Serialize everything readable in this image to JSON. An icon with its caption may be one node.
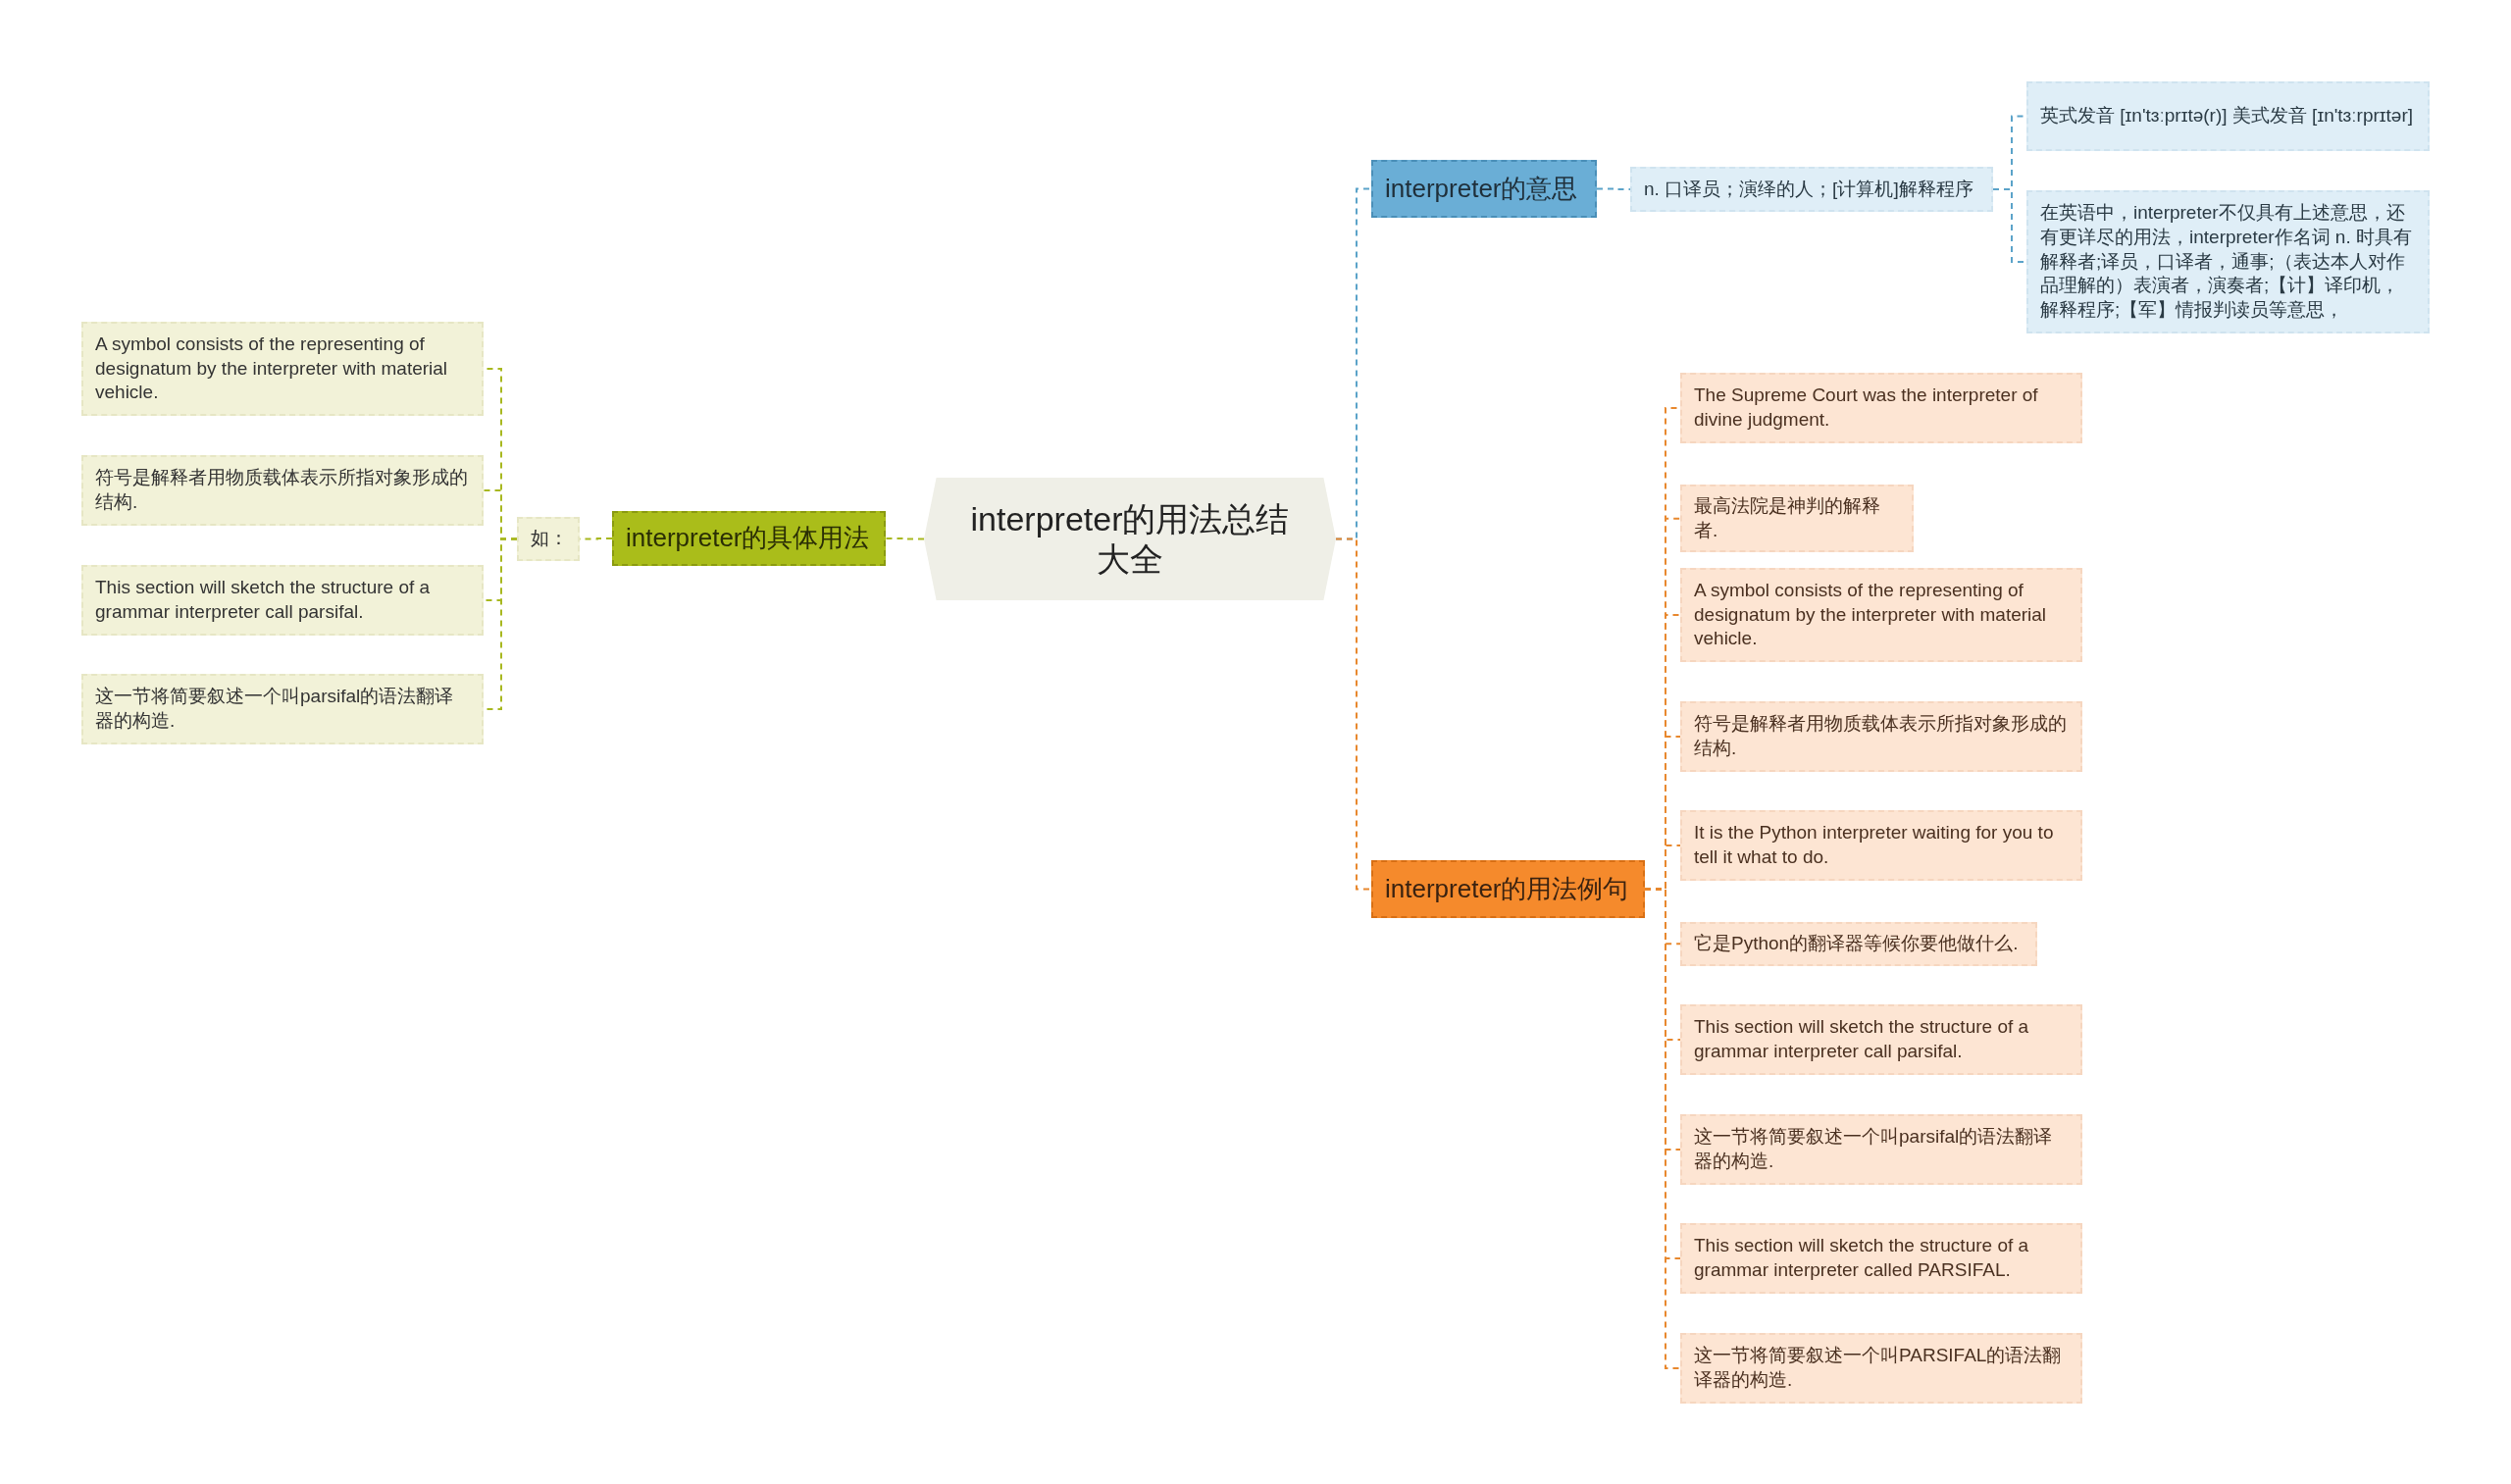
{
  "diagram": {
    "nodes": [
      {
        "text": [
          "interpreter的用法总结大全"
        ]
      },
      {
        "text": [
          "interpreter的意思"
        ]
      },
      {
        "text": [
          "n. 口译员；演绎的人；[计算机]解释程序"
        ]
      },
      {
        "text": [
          "英式发音 [ɪn'tɜːprɪtə(r)] 美式发音 [ɪn'tɜːrprɪtər]"
        ]
      },
      {
        "text": [
          "在英语中，interpreter不仅具有上述意思，还有更详尽的用法，interpreter作名词 n. 时具有解释者;译员，口译者，通事;（表达本人对作品理解的）表演者，演奏者;【计】译印机，解释程序;【军】情报判读员等意思，"
        ]
      },
      {
        "text": [
          "interpreter的用法例句"
        ]
      },
      {
        "text": [
          "The Supreme Court was the interpreter of divine judgment."
        ]
      },
      {
        "text": [
          "最高法院是神判的解释者."
        ]
      },
      {
        "text": [
          "A symbol consists of the representing of designatum by the interpreter with material vehicle."
        ]
      },
      {
        "text": [
          "符号是解释者用物质载体表示所指对象形成的结构."
        ]
      },
      {
        "text": [
          "It is the Python interpreter waiting for you to tell it what to do."
        ]
      },
      {
        "text": [
          "它是Python的翻译器等候你要他做什么."
        ]
      },
      {
        "text": [
          "This section will sketch the structure of a grammar interpreter call parsifal."
        ]
      },
      {
        "text": [
          "这一节将简要叙述一个叫parsifal的语法翻译器的构造."
        ]
      },
      {
        "text": [
          "This section will sketch the structure of a grammar interpreter called PARSIFAL."
        ]
      },
      {
        "text": [
          "这一节将简要叙述一个叫PARSIFAL的语法翻译器的构造."
        ]
      },
      {
        "text": [
          "interpreter的具体用法"
        ]
      },
      {
        "text": [
          "如："
        ]
      },
      {
        "text": [
          "A symbol consists of the representing of designatum by the interpreter with material vehicle."
        ]
      },
      {
        "text": [
          "符号是解释者用物质载体表示所指对象形成的结构."
        ]
      },
      {
        "text": [
          "This section will sketch the structure of a grammar interpreter call parsifal."
        ]
      },
      {
        "text": [
          "这一节将简要叙述一个叫parsifal的语法翻译器的构造."
        ]
      }
    ],
    "edges": [
      {
        "from": 0,
        "to": 1,
        "arrow": "none",
        "color": "#5ba3c9"
      },
      {
        "from": 1,
        "to": 2,
        "arrow": "none",
        "color": "#5ba3c9"
      },
      {
        "from": 2,
        "to": 3,
        "arrow": "none",
        "color": "#5ba3c9"
      },
      {
        "from": 2,
        "to": 4,
        "arrow": "none",
        "color": "#5ba3c9"
      },
      {
        "from": 0,
        "to": 5,
        "arrow": "none"
      },
      {
        "from": 5,
        "to": 6,
        "arrow": "none"
      },
      {
        "from": 5,
        "to": 7,
        "arrow": "none"
      },
      {
        "from": 5,
        "to": 8,
        "arrow": "none"
      },
      {
        "from": 5,
        "to": 9,
        "arrow": "none"
      },
      {
        "from": 5,
        "to": 10,
        "arrow": "none"
      },
      {
        "from": 5,
        "to": 11,
        "arrow": "none"
      },
      {
        "from": 5,
        "to": 12,
        "arrow": "none"
      },
      {
        "from": 5,
        "to": 13,
        "arrow": "none"
      },
      {
        "from": 5,
        "to": 14,
        "arrow": "none"
      },
      {
        "from": 5,
        "to": 15,
        "arrow": "none"
      },
      {
        "from": 0,
        "to": 16,
        "arrow": "none",
        "color": "#a8b820"
      },
      {
        "from": 16,
        "to": 17,
        "arrow": "none",
        "color": "#a8b820"
      },
      {
        "from": 17,
        "to": 18,
        "arrow": "none",
        "color": "#a8b820"
      },
      {
        "from": 17,
        "to": 19,
        "arrow": "none",
        "color": "#a8b820"
      },
      {
        "from": 17,
        "to": 20,
        "arrow": "none",
        "color": "#a8b820"
      },
      {
        "from": 17,
        "to": 21,
        "arrow": "none",
        "color": "#a8b820"
      }
    ]
  }
}
